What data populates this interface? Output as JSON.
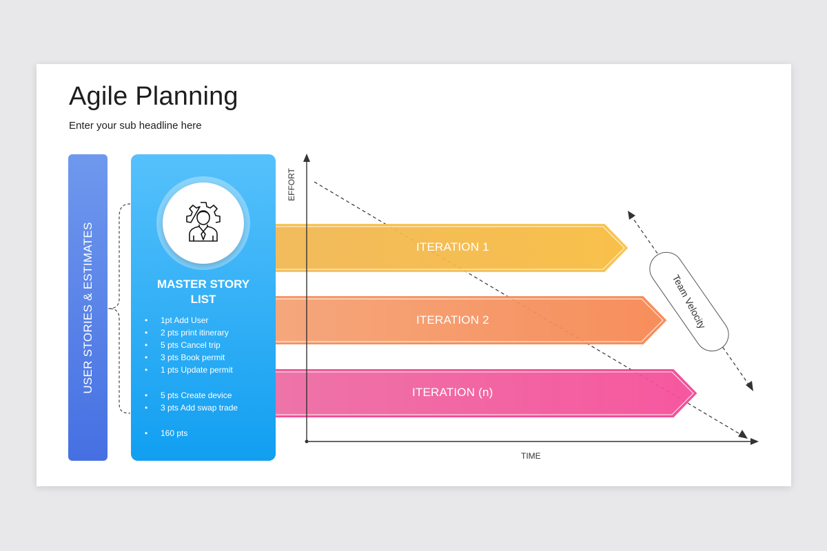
{
  "slide": {
    "title": "Agile Planning",
    "subtitle": "Enter your sub headline here"
  },
  "side_bar": {
    "label": "USER STORIES & ESTIMATES",
    "color": "#4f7be6"
  },
  "story_card": {
    "title_line1": "MASTER STORY",
    "title_line2": "LIST",
    "icon": "developer-gear-icon",
    "bullet": "•",
    "items": [
      "1pt Add User",
      "2 pts print itinerary",
      "5 pts Cancel trip",
      "3 pts Book permit",
      "1 pts Update permit",
      "5 pts Create device",
      "3 pts Add swap trade",
      "160 pts"
    ],
    "color": "#28aaf5"
  },
  "axes": {
    "y_label": "EFFORT",
    "x_label": "TIME"
  },
  "iterations": [
    {
      "label": "ITERATION 1",
      "color": "#f6b93f"
    },
    {
      "label": "ITERATION 2",
      "color": "#f68a5c"
    },
    {
      "label": "ITERATION (n)",
      "color": "#f0509a"
    }
  ],
  "velocity": {
    "label": "Team Velocity"
  }
}
